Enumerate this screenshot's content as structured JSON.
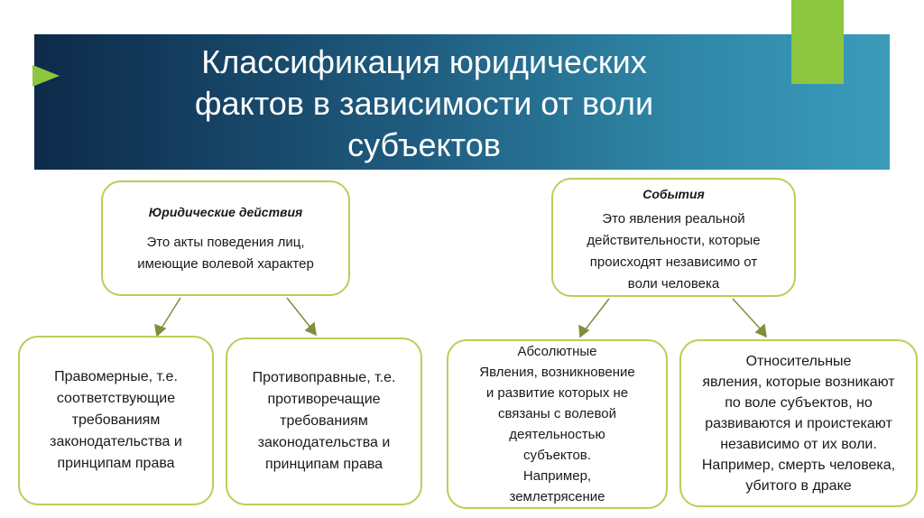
{
  "title": {
    "line1": "Классификация юридических",
    "line2": "фактов в зависимости от воли",
    "line3": "субъектов"
  },
  "colors": {
    "banner": "#1f5d80",
    "accent": "#8dc63f",
    "border": "#b7cf5a"
  },
  "actions": {
    "head": "Юридические действия",
    "line1": "Это акты поведения лиц,",
    "line2": "имеющие волевой характер"
  },
  "events": {
    "head": "События",
    "line1": "Это явления реальной",
    "line2": "действительности, которые",
    "line3": "происходят независимо от",
    "line4": "воли человека"
  },
  "lawful": {
    "line1": "Правомерные, т.е.",
    "line2": "соответствующие",
    "line3": "требованиям",
    "line4": "законодательства и",
    "line5": "принципам права"
  },
  "unlawful": {
    "line1": "Противоправные, т.е.",
    "line2": "противоречащие",
    "line3": "требованиям",
    "line4": "законодательства и",
    "line5": "принципам права"
  },
  "absolute": {
    "line1": "Абсолютные",
    "line2": "Явления, возникновение",
    "line3": "и развитие которых не",
    "line4": "связаны с волевой",
    "line5": "деятельностью",
    "line6": "субъектов.",
    "line7": "Например,",
    "line8": "землетрясение"
  },
  "relative": {
    "line1": "Относительные",
    "line2": "явления, которые возникают",
    "line3": "по воле субъектов, но",
    "line4": "развиваются и проистекают",
    "line5": "независимо от их воли.",
    "line6": "Например, смерть человека,",
    "line7": "убитого в драке"
  }
}
